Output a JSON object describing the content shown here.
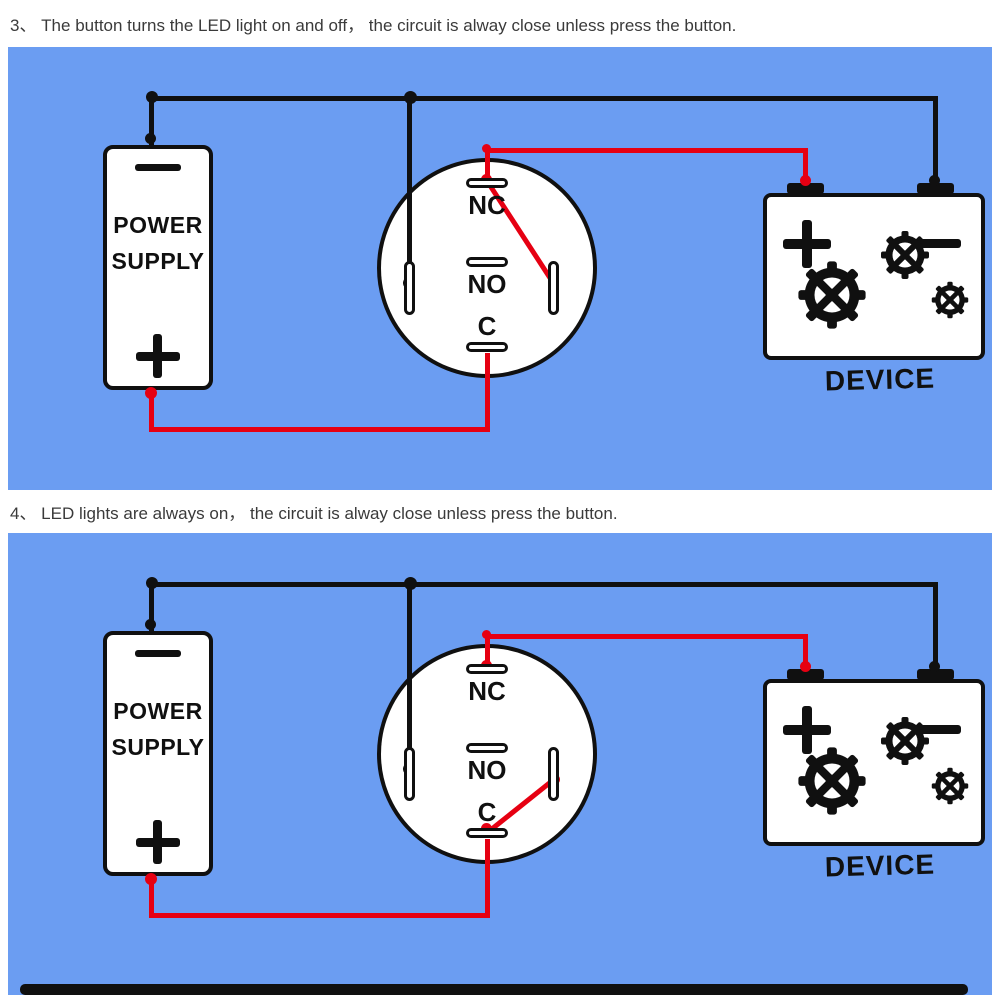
{
  "colors": {
    "blue": "#6b9df2",
    "red": "#e60012",
    "black": "#101010",
    "white": "#ffffff",
    "caption_text": "#3a3a3a"
  },
  "captions": {
    "item3": "3、 The button turns the LED light on and off， the circuit is alway close unless press the button.",
    "item4": "4、 LED lights are always on， the circuit is alway close unless press the button."
  },
  "labels": {
    "power_line1": "POWER",
    "power_line2": "SUPPLY",
    "terminal_nc": "NC",
    "terminal_no": "NO",
    "terminal_c": "C",
    "device": "DEVICE"
  },
  "panels": [
    {
      "id": "diagram-3",
      "jumper": "NC-to-side-pin"
    },
    {
      "id": "diagram-4",
      "jumper": "C-to-side-pin"
    }
  ],
  "icons": {
    "gears": [
      "gear-large-icon",
      "gear-medium-icon",
      "gear-small-icon"
    ],
    "plus": "plus-symbol",
    "minus": "minus-symbol"
  }
}
